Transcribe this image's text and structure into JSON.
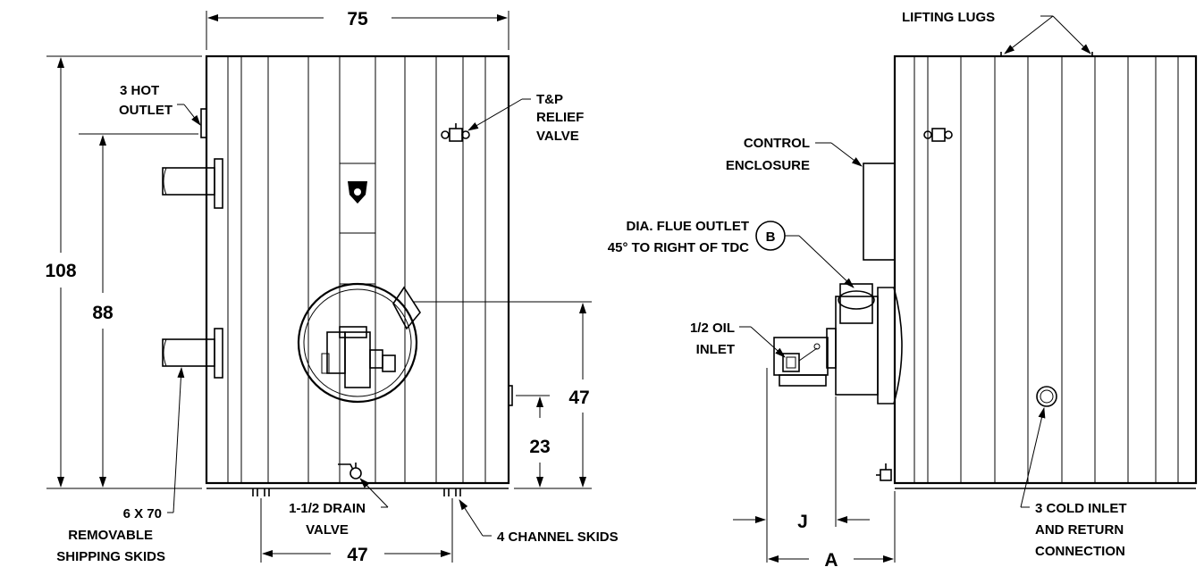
{
  "front_view": {
    "dimensions": {
      "width": "75",
      "height": "108",
      "outlet_height": "88",
      "burner_height": "47",
      "tp_side_height": "23",
      "skid_spacing": "47"
    },
    "labels": {
      "hot_outlet_1": "3 HOT",
      "hot_outlet_2": "OUTLET",
      "tp_1": "T&P",
      "tp_2": "RELIEF",
      "tp_3": "VALVE",
      "skids_1": "6 X 70",
      "skids_2": "REMOVABLE",
      "skids_3": "SHIPPING SKIDS",
      "drain_1": "1-1/2 DRAIN",
      "drain_2": "VALVE",
      "channel_skids": "4 CHANNEL SKIDS"
    }
  },
  "side_view": {
    "dimensions": {
      "j": "J",
      "a": "A"
    },
    "labels": {
      "lifting_lugs": "LIFTING LUGS",
      "control_1": "CONTROL",
      "control_2": "ENCLOSURE",
      "flue_1": "DIA. FLUE OUTLET",
      "flue_2": "45° TO RIGHT OF TDC",
      "flue_callout": "B",
      "oil_1": "1/2 OIL",
      "oil_2": "INLET",
      "cold_1": "3 COLD INLET",
      "cold_2": "AND RETURN",
      "cold_3": "CONNECTION"
    }
  }
}
